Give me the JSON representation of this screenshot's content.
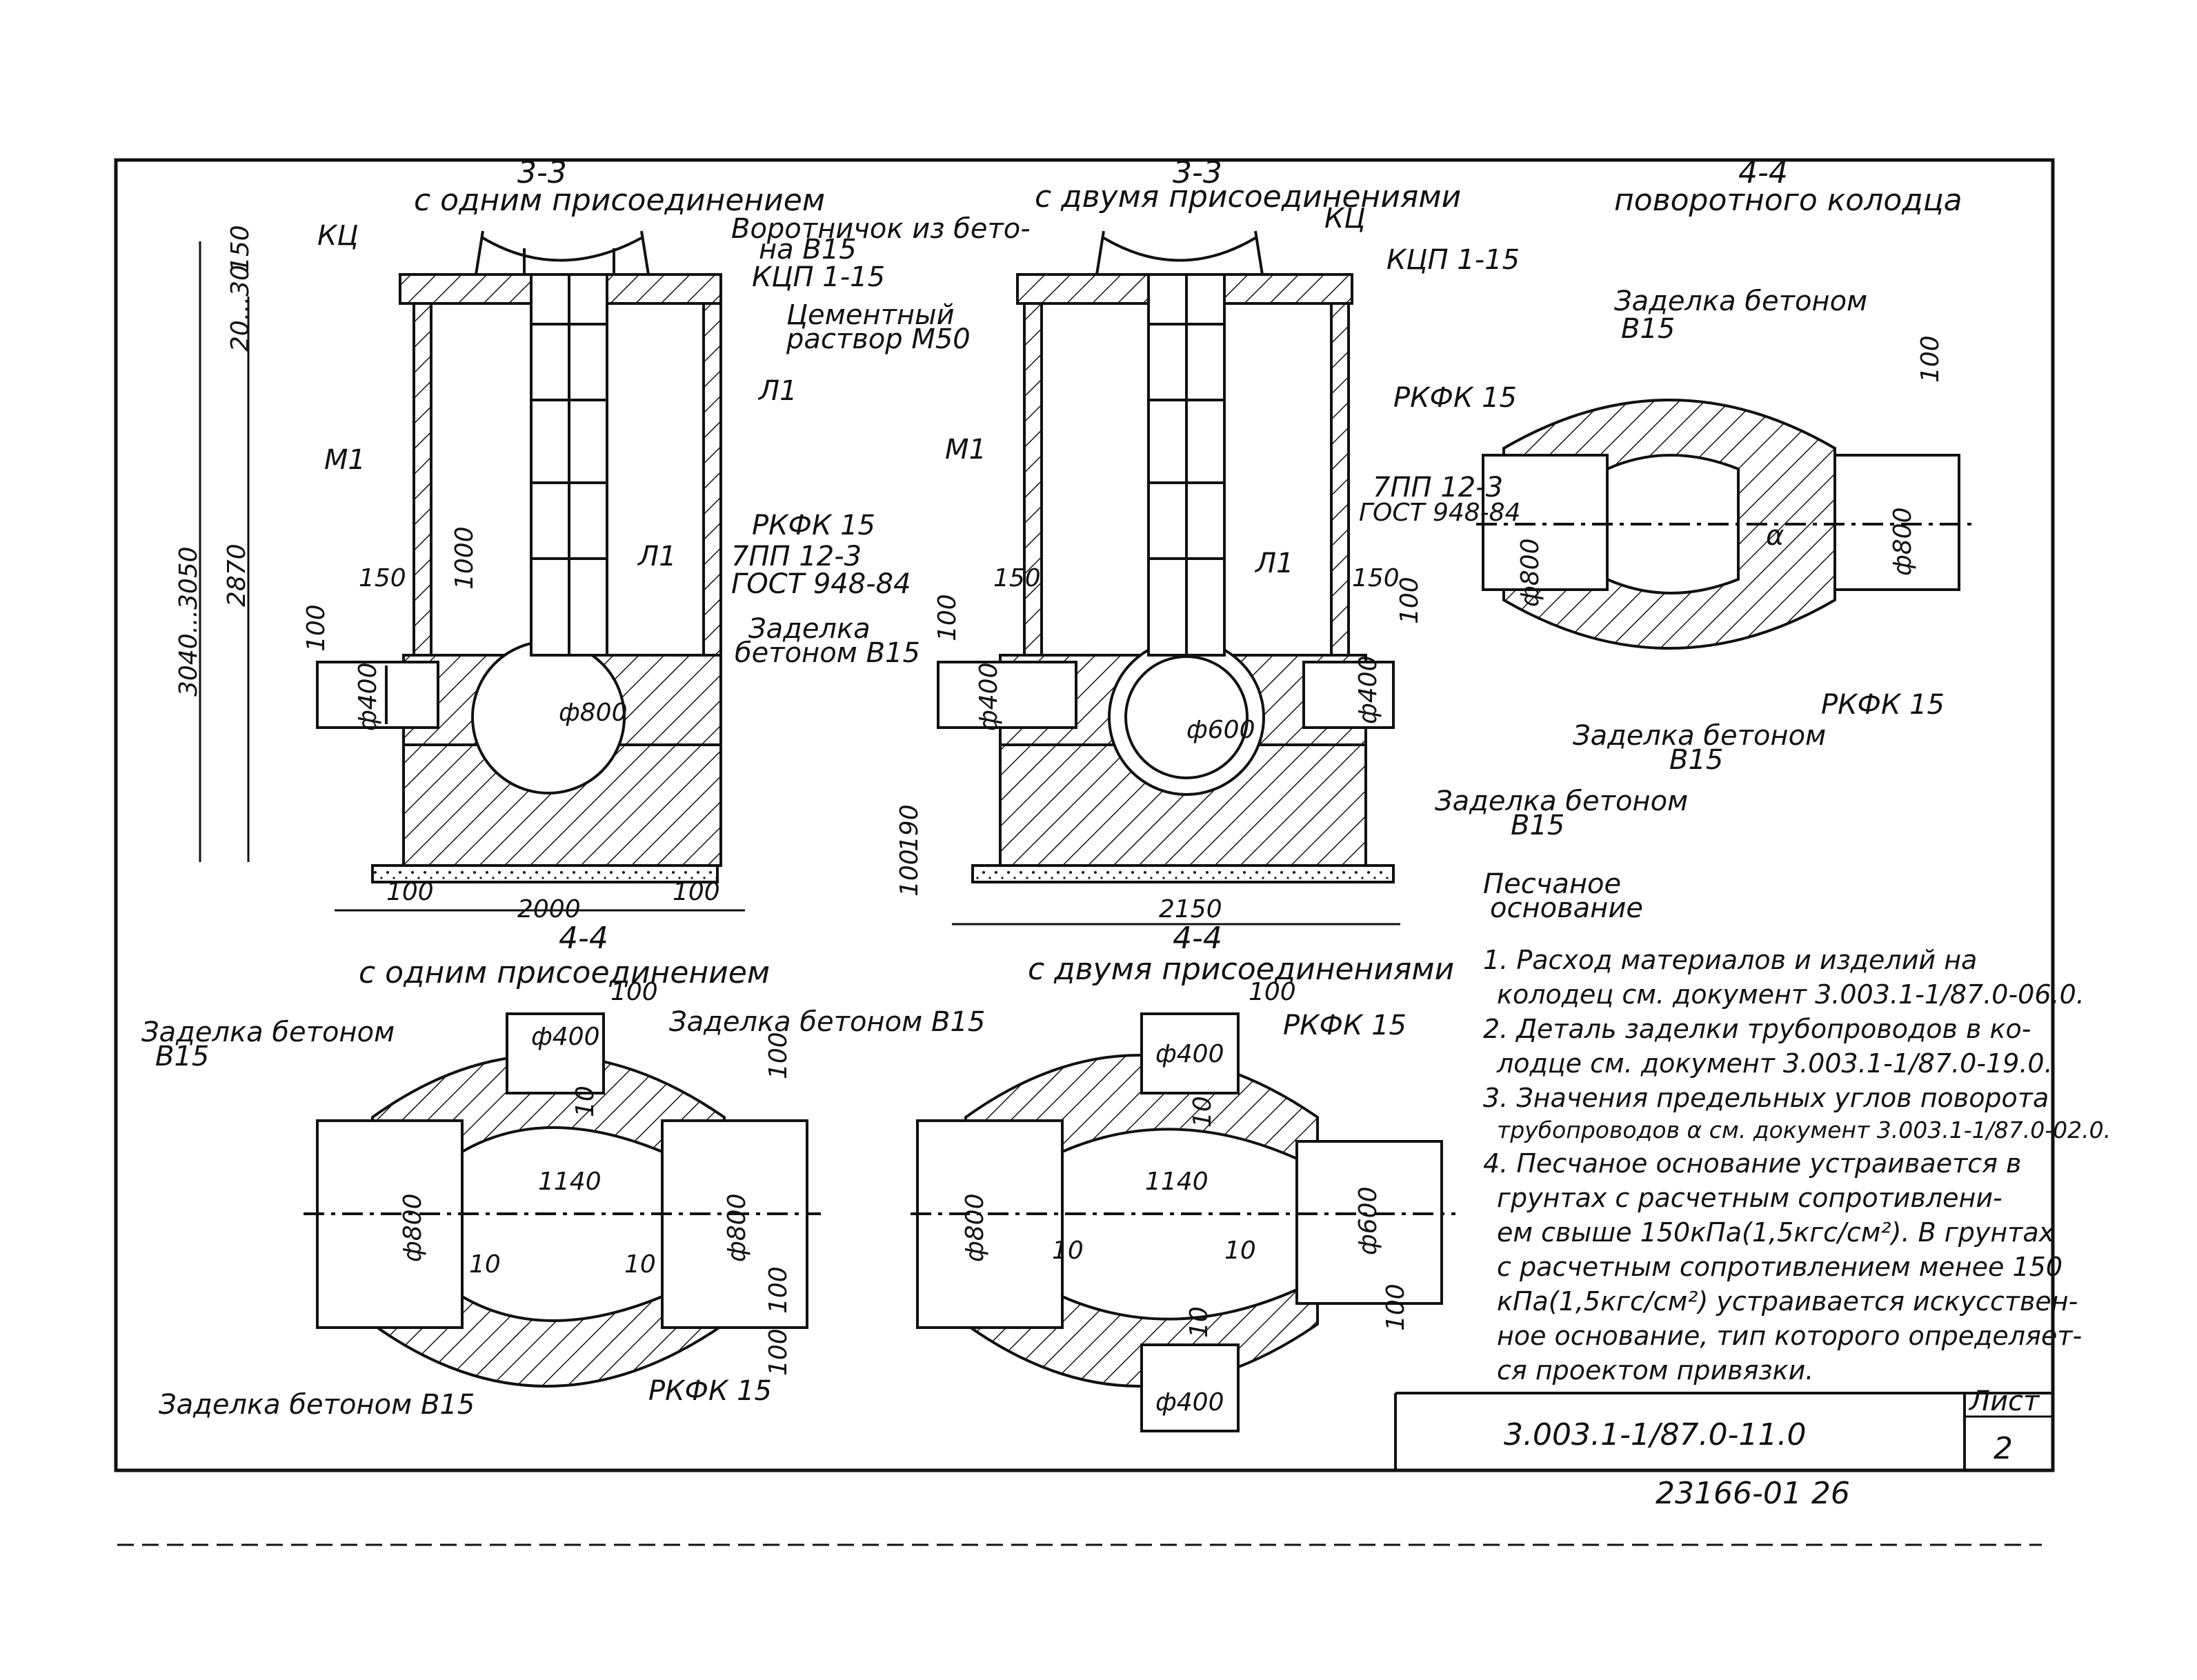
{
  "sections": {
    "s33a": {
      "mark": "3-3",
      "caption": "с одним присоединением"
    },
    "s33b": {
      "mark": "3-3",
      "caption": "с двумя присоединениями"
    },
    "s44top": {
      "mark": "4-4",
      "caption": "поворотного колодца"
    },
    "s44a": {
      "mark": "4-4",
      "caption": "с одним присоединением"
    },
    "s44b": {
      "mark": "4-4",
      "caption": "с двумя присоединениями"
    }
  },
  "labels": {
    "kc": "КЦ",
    "kcp": "КЦП 1-15",
    "collar1": "Воротничок из бето-",
    "collar2": "на В15",
    "cement1": "Цементный",
    "cement2": "раствор М50",
    "m1": "М1",
    "l1": "Л1",
    "rkfk": "РКФК 15",
    "tpp": "7ПП 12-3",
    "gost": "ГОСТ 948-84",
    "seal1": "Заделка",
    "seal2": "бетоном В15",
    "seal_full": "Заделка бетоном",
    "seal_b15": "В15",
    "seal_b15_line": "Заделка бетоном В15",
    "sand1": "Песчаное",
    "sand2": "основание",
    "alpha": "α"
  },
  "dims": {
    "d150": "150",
    "d2030": "20...30",
    "d3040": "3040...3050",
    "d2870": "2870",
    "d1000": "1000",
    "d100": "100",
    "d190": "190",
    "d2000": "2000",
    "d2150": "2150",
    "d1140": "1140",
    "d10": "10",
    "f400": "ф400",
    "f800": "ф800",
    "f600": "ф600"
  },
  "notes": [
    "1. Расход материалов и изделий на",
    "колодец см. документ 3.003.1-1/87.0-06.0.",
    "2. Деталь заделки трубопроводов в ко-",
    "лодце см. документ 3.003.1-1/87.0-19.0.",
    "3. Значения предельных углов поворота",
    "трубопроводов α см. документ 3.003.1-1/87.0-02.0.",
    "4. Песчаное основание устраивается в",
    "грунтах с расчетным сопротивлени-",
    "ем свыше 150кПа(1,5кгс/см²). В грунтах",
    "с расчетным сопротивлением менее 150",
    "кПа(1,5кгс/см²) устраивается искусствен-",
    "ное основание, тип которого определяет-",
    "ся проектом привязки."
  ],
  "title_block": {
    "doc": "3.003.1-1/87.0-11.0",
    "sheet_label": "Лист",
    "sheet_no": "2"
  },
  "stamp": "23166-01  26",
  "colors": {
    "ink": "#111111",
    "paper": "#ffffff"
  }
}
